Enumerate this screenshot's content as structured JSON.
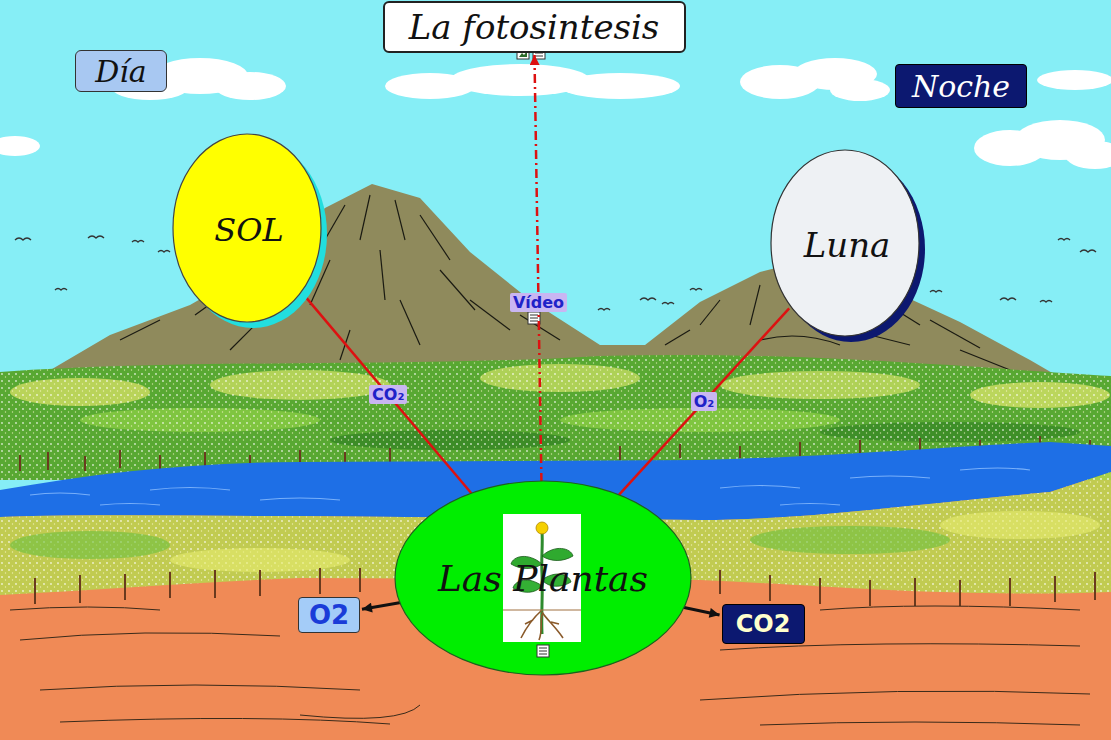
{
  "diagram": {
    "nodes": [
      {
        "text": [
          "La fotosintesis"
        ]
      },
      {
        "text": [
          "Día"
        ]
      },
      {
        "text": [
          "Noche"
        ]
      },
      {
        "text": [
          "SOL"
        ]
      },
      {
        "text": [
          "Luna"
        ]
      },
      {
        "text": [
          "Las Plantas"
        ]
      },
      {
        "text": [
          "O2"
        ]
      },
      {
        "text": [
          "CO2"
        ]
      }
    ],
    "edges": [
      {
        "from": 3,
        "to": 5,
        "arrow": "none",
        "label": "CO₂"
      },
      {
        "from": 4,
        "to": 5,
        "arrow": "none",
        "label": "O₂"
      },
      {
        "from": 5,
        "to": 0,
        "arrow": "to",
        "label": "Vídeo"
      },
      {
        "from": 5,
        "to": 6,
        "arrow": "to"
      },
      {
        "from": 5,
        "to": 7,
        "arrow": "to"
      }
    ]
  }
}
